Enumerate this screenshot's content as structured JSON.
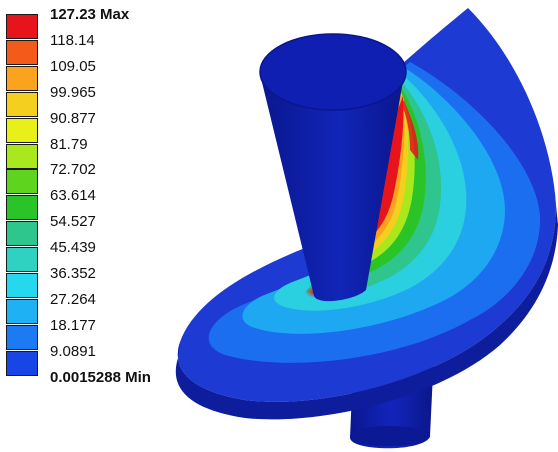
{
  "legend": {
    "max_value": "127.23",
    "max_suffix": "Max",
    "min_value": "0.0015288",
    "min_suffix": "Min",
    "levels": [
      {
        "label": "127.23 Max",
        "color": "#e8141b"
      },
      {
        "label": "118.14",
        "color": "#f45a1a"
      },
      {
        "label": "109.05",
        "color": "#fba21e"
      },
      {
        "label": "99.965",
        "color": "#f4cf1f"
      },
      {
        "label": "90.877",
        "color": "#e8f01a"
      },
      {
        "label": "81.79",
        "color": "#a8e81c"
      },
      {
        "label": "72.702",
        "color": "#5fd41e"
      },
      {
        "label": "63.614",
        "color": "#2bc428"
      },
      {
        "label": "54.527",
        "color": "#2fc68e"
      },
      {
        "label": "45.439",
        "color": "#2fd1c0"
      },
      {
        "label": "36.352",
        "color": "#25d8ef"
      },
      {
        "label": "27.264",
        "color": "#1eb2f4"
      },
      {
        "label": "18.177",
        "color": "#1c7bf2"
      },
      {
        "label": "9.0891",
        "color": "#1845e6"
      },
      {
        "label": "0.0015288 Min",
        "color": "#0f0fd8"
      }
    ]
  },
  "model": {
    "disc_base_color": "#1d3ad2",
    "cylinder_color": "#0c1aa4",
    "hotspot_color": "#e8141b"
  }
}
